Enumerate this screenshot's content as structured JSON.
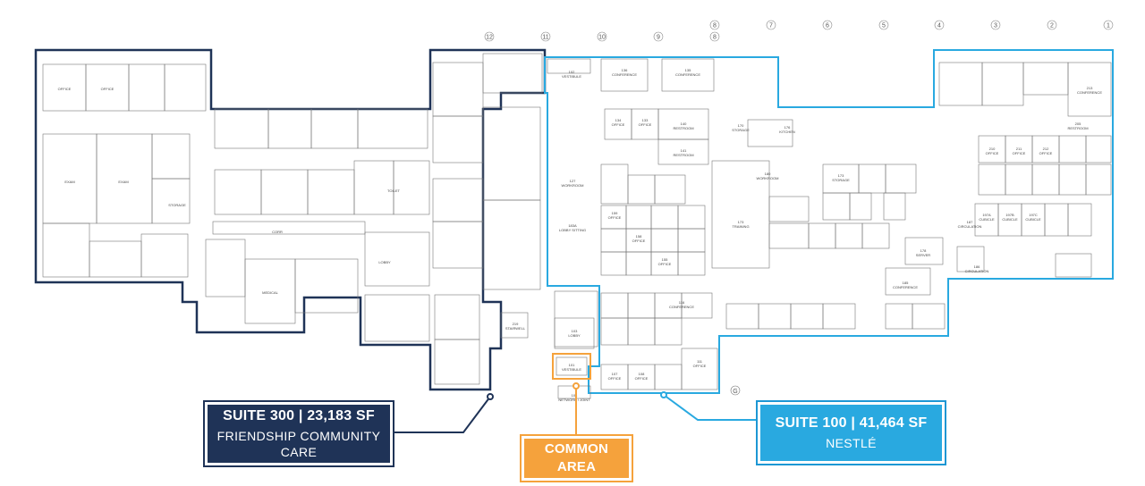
{
  "suites": [
    {
      "title": "SUITE 300 | 23,183 SF",
      "tenant": "FRIENDSHIP COMMUNITY CARE",
      "color": "#1f3357"
    },
    {
      "title": "SUITE 100 | 41,464 SF",
      "tenant": "NESTLÉ",
      "color": "#29a9e0"
    }
  ],
  "common_area": {
    "title": "COMMON AREA",
    "color": "#f5a23c"
  },
  "grid_columns": [
    "12",
    "11",
    "10",
    "9",
    "8",
    "8",
    "7",
    "6",
    "5",
    "4",
    "3",
    "2",
    "1"
  ],
  "grid_row": "G",
  "rooms_100": [
    {
      "num": "136",
      "name": "CONFERENCE"
    },
    {
      "num": "135",
      "name": "CONFERENCE"
    },
    {
      "num": "134",
      "name": "OFFICE"
    },
    {
      "num": "133",
      "name": "OFFICE"
    },
    {
      "num": "140",
      "name": "RESTROOM"
    },
    {
      "num": "141",
      "name": "RESTROOM"
    },
    {
      "num": "176",
      "name": "KITCHEN"
    },
    {
      "num": "170",
      "name": "STORAGE"
    },
    {
      "num": "173",
      "name": "TRAINING"
    },
    {
      "num": "127",
      "name": "WORKROOM"
    },
    {
      "num": "183A",
      "name": "LOBBY SITTING"
    },
    {
      "num": "159",
      "name": "OFFICE"
    },
    {
      "num": "158",
      "name": "OFFICE"
    },
    {
      "num": "155",
      "name": "OFFICE"
    },
    {
      "num": "185",
      "name": "CONFERENCE"
    },
    {
      "num": "178",
      "name": "SERVER"
    },
    {
      "num": "180",
      "name": "WORKROOM"
    },
    {
      "num": "173",
      "name": "STORAGE"
    },
    {
      "num": "111",
      "name": "OFFICE"
    },
    {
      "num": "108",
      "name": "OFFICE"
    },
    {
      "num": "107",
      "name": "OFFICE"
    },
    {
      "num": "116",
      "name": "CONFERENCE"
    },
    {
      "num": "213",
      "name": "CONFERENCE"
    },
    {
      "num": "205",
      "name": "RESTROOM"
    },
    {
      "num": "210",
      "name": "OFFICE"
    },
    {
      "num": "211",
      "name": "OFFICE"
    },
    {
      "num": "212",
      "name": "OFFICE"
    },
    {
      "num": "197A",
      "name": "CUBICLE"
    },
    {
      "num": "197B",
      "name": "CUBICLE"
    },
    {
      "num": "197C",
      "name": "CUBICLE"
    },
    {
      "num": "187",
      "name": "CIRCULATION"
    },
    {
      "num": "186",
      "name": "CIRCULATION"
    }
  ],
  "rooms_common": [
    {
      "num": "101",
      "name": "VESTIBULE"
    },
    {
      "num": "102",
      "name": "VESTIBULE"
    },
    {
      "num": "103",
      "name": "LOBBY"
    },
    {
      "num": "104",
      "name": "NETWORK / JOINT"
    },
    {
      "num": "219",
      "name": "STAIRWELL"
    }
  ],
  "rooms_300": [
    {
      "num": "",
      "name": "OFFICE"
    },
    {
      "num": "",
      "name": "OFFICE"
    },
    {
      "num": "",
      "name": "STORAGE"
    },
    {
      "num": "",
      "name": "TOILET"
    },
    {
      "num": "",
      "name": "CORR"
    },
    {
      "num": "",
      "name": "EXAM"
    },
    {
      "num": "",
      "name": "EXAM"
    },
    {
      "num": "",
      "name": "MEDICAL"
    },
    {
      "num": "",
      "name": "LOBBY"
    }
  ]
}
